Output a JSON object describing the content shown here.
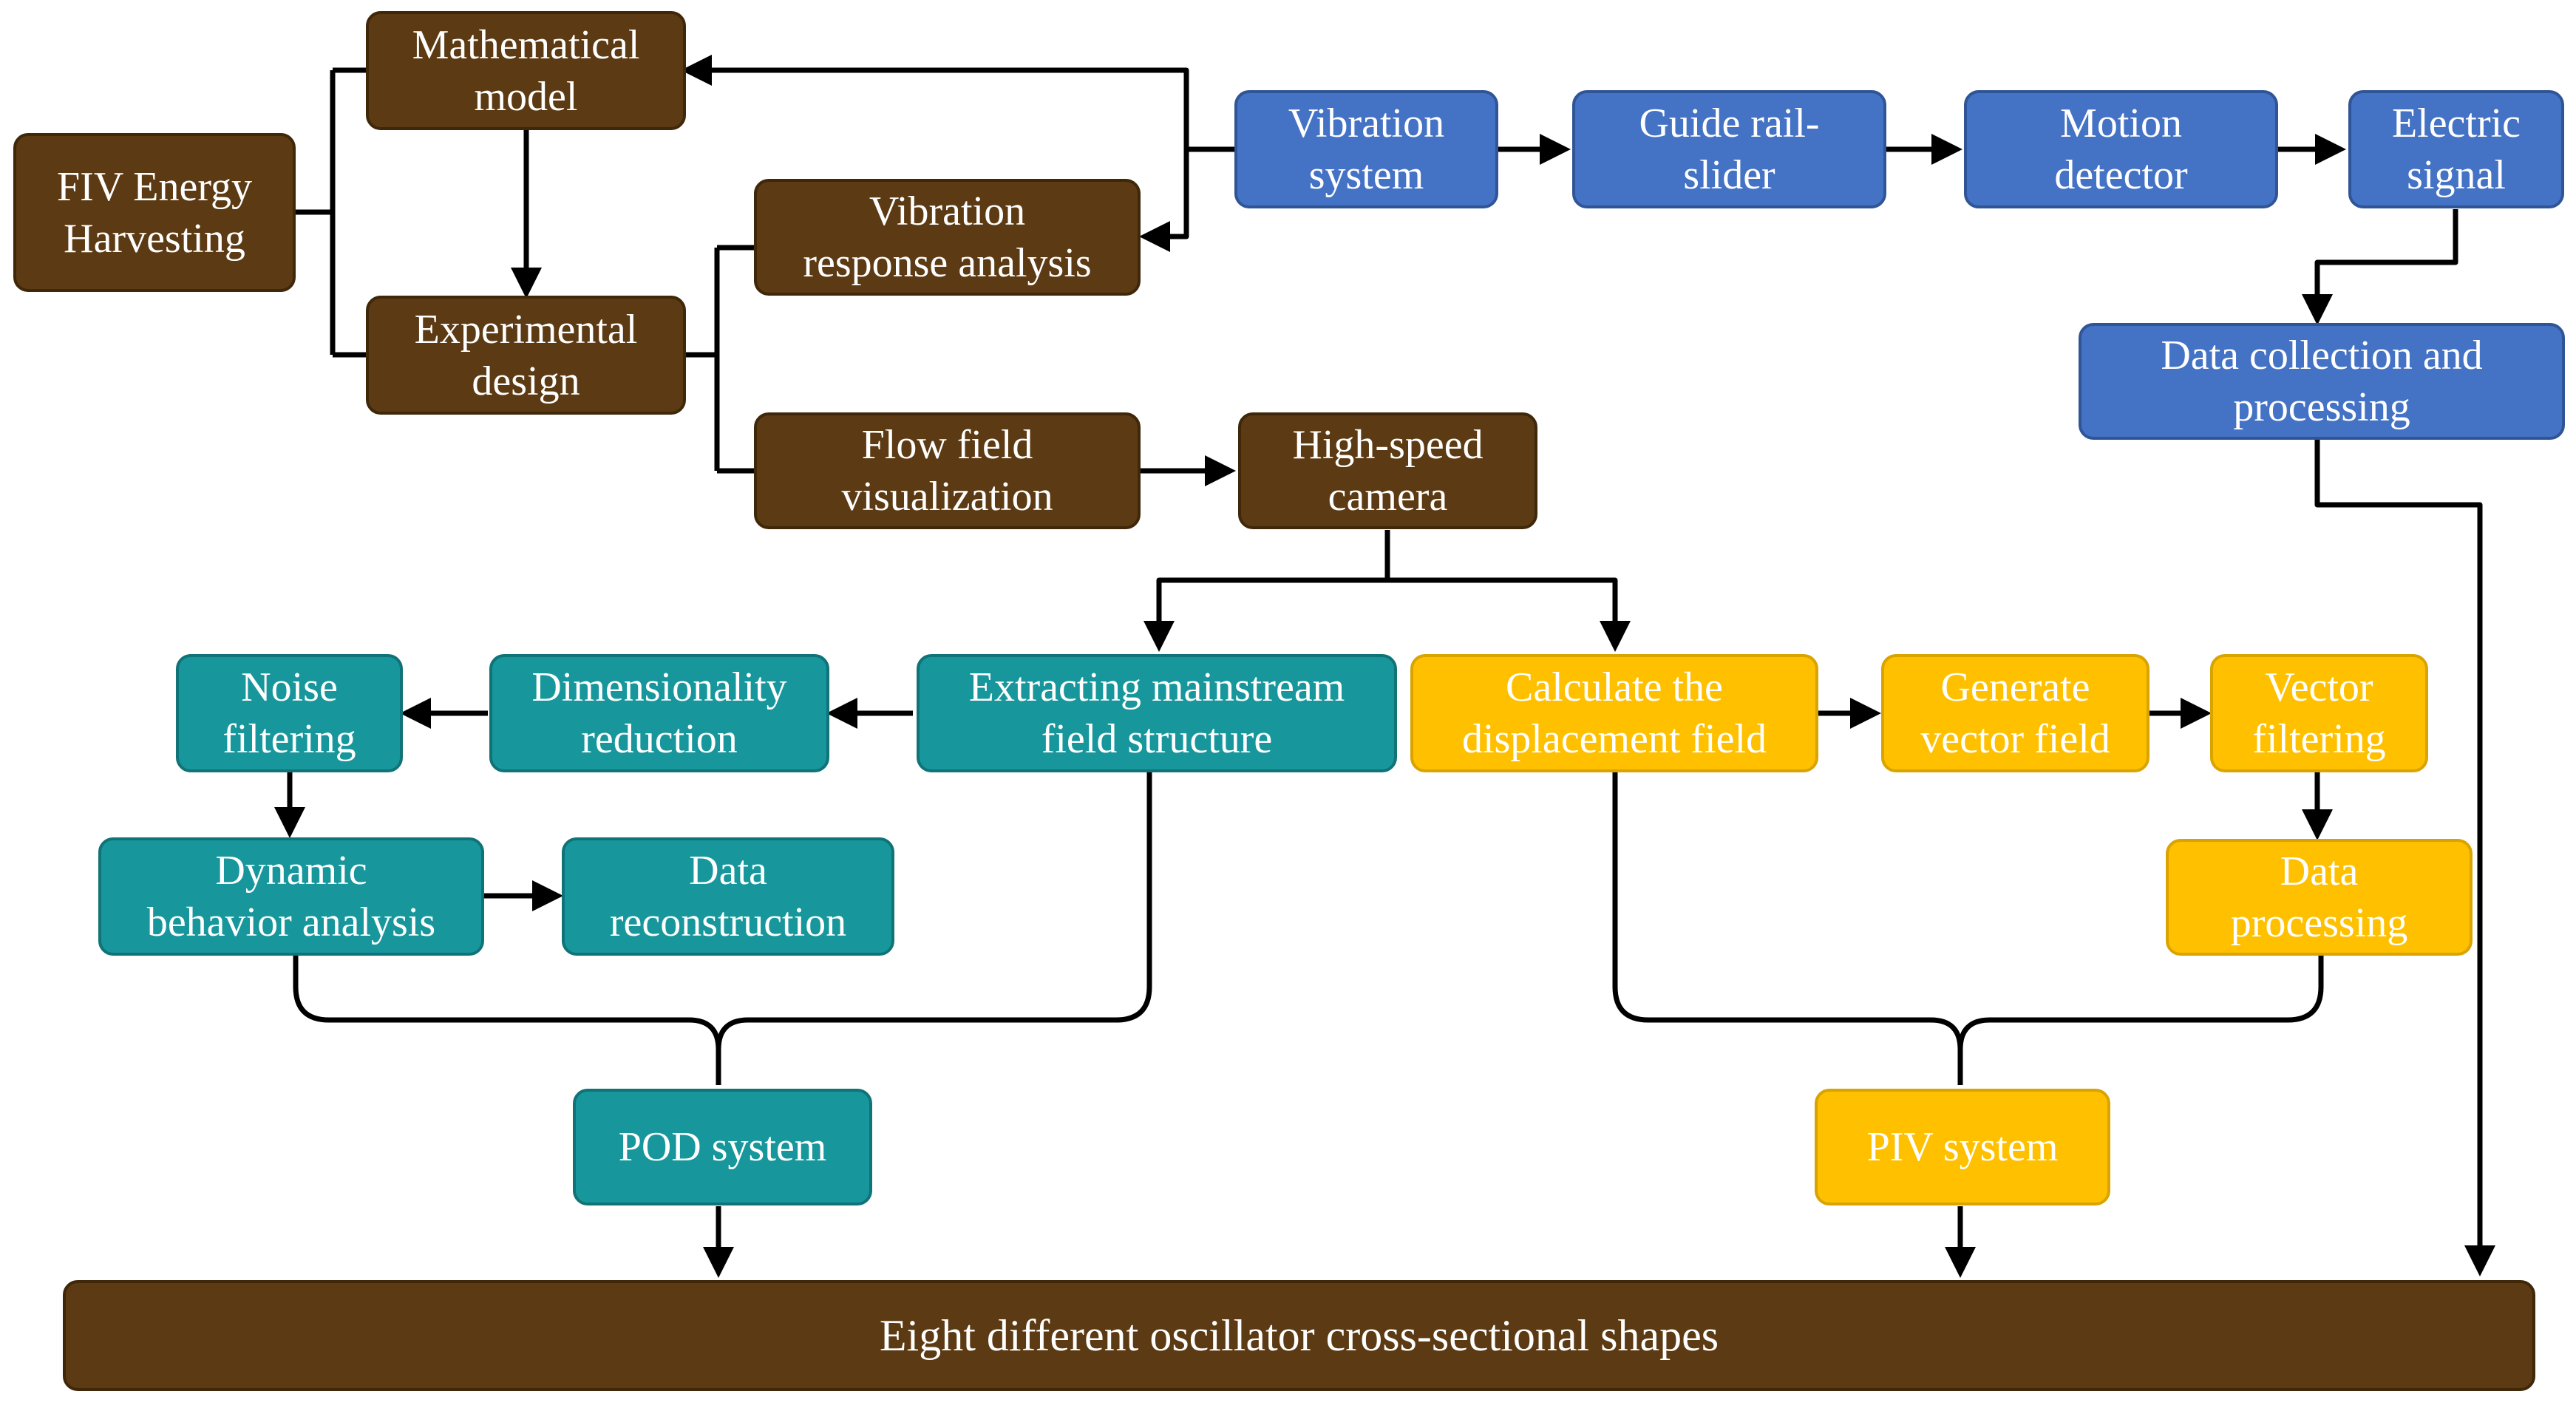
{
  "colors": {
    "brown": "#5c3a13",
    "blue": "#4472c4",
    "teal": "#17979c",
    "gold": "#ffc000",
    "line": "#000000"
  },
  "nodes": {
    "fiv": "FIV Energy\nHarvesting",
    "math_model": "Mathematical\nmodel",
    "exp_design": "Experimental\ndesign",
    "vib_response": "Vibration\nresponse analysis",
    "flow_vis": "Flow field\nvisualization",
    "hs_camera": "High-speed\ncamera",
    "vib_system": "Vibration\nsystem",
    "guide_rail": "Guide rail-\nslider",
    "motion_det": "Motion\ndetector",
    "elec_signal": "Electric\nsignal",
    "data_coll": "Data collection and\nprocessing",
    "extract": "Extracting mainstream\nfield structure",
    "dim_red": "Dimensionality\nreduction",
    "noise": "Noise\nfiltering",
    "dyn_beh": "Dynamic\nbehavior analysis",
    "data_recon": "Data\nreconstruction",
    "calc_disp": "Calculate the\ndisplacement field",
    "gen_vec": "Generate\nvector field",
    "vec_filt": "Vector\nfiltering",
    "data_proc": "Data\nprocessing",
    "pod": "POD system",
    "piv": "PIV system",
    "eight": "Eight different oscillator cross-sectional shapes"
  }
}
